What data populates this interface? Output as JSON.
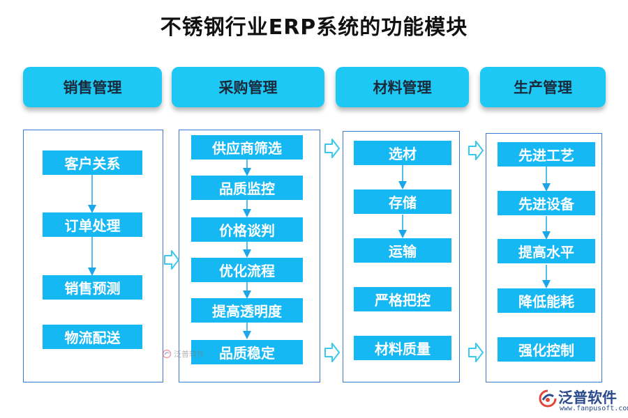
{
  "title": "不锈钢行业ERP系统的功能模块",
  "modules": [
    {
      "header": "销售管理",
      "steps": [
        "客户关系",
        "订单处理",
        "销售预测",
        "物流配送"
      ]
    },
    {
      "header": "采购管理",
      "steps": [
        "供应商筛选",
        "品质监控",
        "价格谈判",
        "优化流程",
        "提高透明度",
        "品质稳定"
      ]
    },
    {
      "header": "材料管理",
      "steps": [
        "选材",
        "存储",
        "运输",
        "严格把控",
        "材料质量"
      ]
    },
    {
      "header": "生产管理",
      "steps": [
        "先进工艺",
        "先进设备",
        "提高水平",
        "降低能耗",
        "强化控制"
      ]
    }
  ],
  "watermark": {
    "center_text": "泛普软件"
  },
  "brand": {
    "name": "泛普软件",
    "url": "www.fanpusoft.com"
  },
  "colors": {
    "header_bg": "#1ec8f5",
    "step_bg": "#16b8f3",
    "panel_border": "#3a78d6",
    "connector": "#1aa6e8",
    "hollow_arrow": "#39c9ee"
  }
}
